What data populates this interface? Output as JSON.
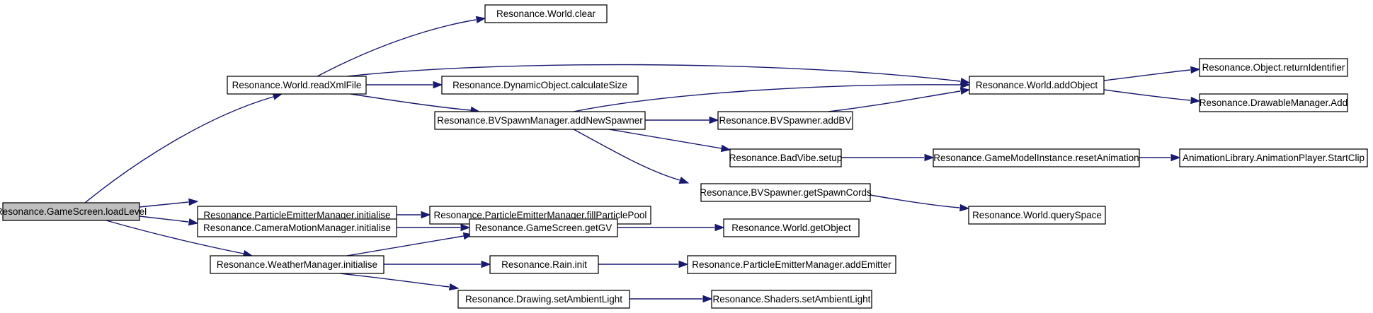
{
  "graph": {
    "root": "n_loadLevel",
    "colors": {
      "edge": "#191970",
      "node_fill": "#ffffff",
      "root_fill": "#bfbfbf",
      "node_border": "#000000"
    },
    "nodes": {
      "n_loadLevel": "Resonance.GameScreen.loadLevel",
      "n_readXml": "Resonance.World.readXmlFile",
      "n_peInit": "Resonance.ParticleEmitterManager.initialise",
      "n_camInit": "Resonance.CameraMotionManager.initialise",
      "n_weatherInit": "Resonance.WeatherManager.initialise",
      "n_worldClear": "Resonance.World.clear",
      "n_calcSize": "Resonance.DynamicObject.calculateSize",
      "n_addNewSpawner": "Resonance.BVSpawnManager.addNewSpawner",
      "n_fillPool": "Resonance.ParticleEmitterManager.fillParticlePool",
      "n_getGV": "Resonance.GameScreen.getGV",
      "n_rainInit": "Resonance.Rain.init",
      "n_setAmbDraw": "Resonance.Drawing.setAmbientLight",
      "n_addBV": "Resonance.BVSpawner.addBV",
      "n_badVibe": "Resonance.BadVibe.setup",
      "n_spawnCords": "Resonance.BVSpawner.getSpawnCords",
      "n_getObject": "Resonance.World.getObject",
      "n_addEmitter": "Resonance.ParticleEmitterManager.addEmitter",
      "n_setAmbShad": "Resonance.Shaders.setAmbientLight",
      "n_addObject": "Resonance.World.addObject",
      "n_resetAnim": "Resonance.GameModelInstance.resetAnimation",
      "n_querySpace": "Resonance.World.querySpace",
      "n_returnId": "Resonance.Object.returnIdentifier",
      "n_drawAdd": "Resonance.DrawableManager.Add",
      "n_startClip": "AnimationLibrary.AnimationPlayer.StartClip"
    },
    "edges": [
      [
        "n_loadLevel",
        "n_readXml"
      ],
      [
        "n_loadLevel",
        "n_peInit"
      ],
      [
        "n_loadLevel",
        "n_camInit"
      ],
      [
        "n_loadLevel",
        "n_weatherInit"
      ],
      [
        "n_readXml",
        "n_worldClear"
      ],
      [
        "n_readXml",
        "n_addObject"
      ],
      [
        "n_readXml",
        "n_calcSize"
      ],
      [
        "n_readXml",
        "n_addNewSpawner"
      ],
      [
        "n_addNewSpawner",
        "n_addObject"
      ],
      [
        "n_addNewSpawner",
        "n_addBV"
      ],
      [
        "n_addNewSpawner",
        "n_badVibe"
      ],
      [
        "n_addNewSpawner",
        "n_spawnCords"
      ],
      [
        "n_addBV",
        "n_addObject"
      ],
      [
        "n_addObject",
        "n_returnId"
      ],
      [
        "n_addObject",
        "n_drawAdd"
      ],
      [
        "n_badVibe",
        "n_resetAnim"
      ],
      [
        "n_resetAnim",
        "n_startClip"
      ],
      [
        "n_spawnCords",
        "n_querySpace"
      ],
      [
        "n_peInit",
        "n_fillPool"
      ],
      [
        "n_camInit",
        "n_getGV"
      ],
      [
        "n_weatherInit",
        "n_getGV"
      ],
      [
        "n_weatherInit",
        "n_rainInit"
      ],
      [
        "n_weatherInit",
        "n_setAmbDraw"
      ],
      [
        "n_getGV",
        "n_getObject"
      ],
      [
        "n_rainInit",
        "n_addEmitter"
      ],
      [
        "n_setAmbDraw",
        "n_setAmbShad"
      ]
    ]
  }
}
